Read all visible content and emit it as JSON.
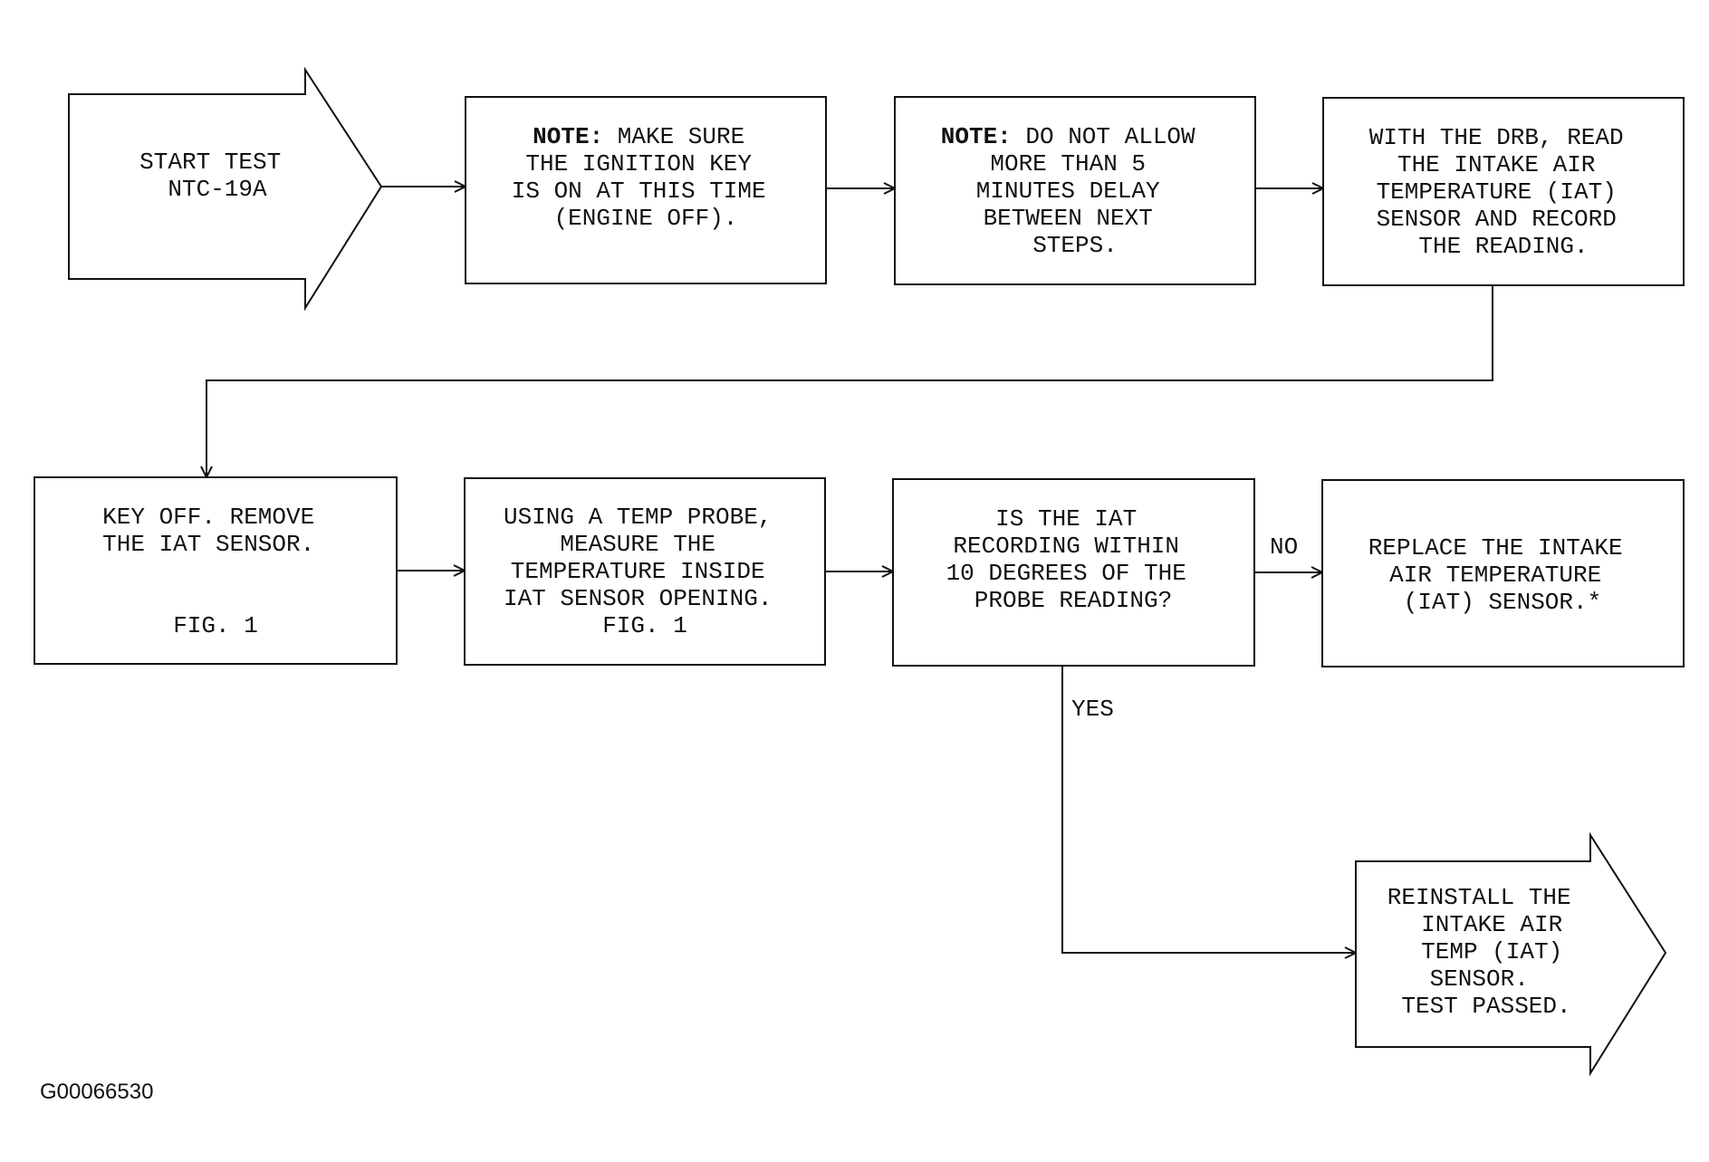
{
  "figure_id": "G00066530",
  "nodes": {
    "start": {
      "lines": [
        "START TEST",
        "NTC-19A"
      ]
    },
    "note1": {
      "keyword": "NOTE:",
      "lines": [
        "MAKE SURE",
        "THE IGNITION KEY",
        "IS ON AT THIS TIME",
        "(ENGINE OFF)."
      ]
    },
    "note2": {
      "keyword": "NOTE:",
      "lines": [
        "DO NOT ALLOW",
        "MORE THAN 5",
        "MINUTES DELAY",
        "BETWEEN NEXT",
        "STEPS."
      ]
    },
    "read_iat": {
      "lines": [
        "WITH THE DRB, READ",
        "THE INTAKE AIR",
        "TEMPERATURE (IAT)",
        "SENSOR AND RECORD",
        "THE READING."
      ]
    },
    "key_off": {
      "lines": [
        "KEY OFF. REMOVE",
        "THE IAT SENSOR.",
        "FIG. 1"
      ]
    },
    "temp_probe": {
      "lines": [
        "USING A TEMP PROBE,",
        "MEASURE THE",
        "TEMPERATURE INSIDE",
        "IAT SENSOR OPENING.",
        "FIG. 1"
      ]
    },
    "decision": {
      "lines": [
        "IS THE IAT",
        "RECORDING WITHIN",
        "10 DEGREES OF THE",
        "PROBE READING?"
      ]
    },
    "replace": {
      "lines": [
        "REPLACE THE INTAKE",
        "AIR TEMPERATURE",
        "(IAT) SENSOR.*"
      ]
    },
    "reinstall": {
      "lines": [
        "REINSTALL THE",
        "INTAKE AIR",
        "TEMP (IAT)",
        "SENSOR.",
        "TEST PASSED."
      ]
    }
  },
  "edge_labels": {
    "no": "NO",
    "yes": "YES"
  }
}
